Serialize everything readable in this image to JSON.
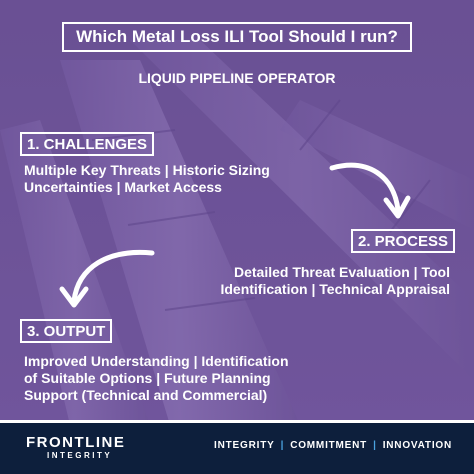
{
  "title": "Which Metal Loss ILI Tool Should I run?",
  "subtitle": "LIQUID PIPELINE OPERATOR",
  "steps": {
    "challenges": {
      "label": "1. CHALLENGES",
      "lines": [
        "Multiple Key Threats | Historic Sizing",
        "Uncertainties | Market Access"
      ]
    },
    "process": {
      "label": "2. PROCESS",
      "lines": [
        "Detailed Threat Evaluation | Tool",
        "Identification | Technical Appraisal"
      ]
    },
    "output": {
      "label": "3. OUTPUT",
      "lines": [
        "Improved Understanding | Identification",
        "of Suitable Options | Future Planning",
        "Support (Technical and Commercial)"
      ]
    }
  },
  "footer": {
    "logo_main": "FRONTLINE",
    "logo_sub": "INTEGRITY",
    "tagline": [
      "INTEGRITY",
      "|",
      "COMMITMENT",
      "|",
      "INNOVATION"
    ]
  },
  "colors": {
    "overlay": "#6b4f99",
    "footer_bg": "#0d1f3c",
    "separator": "#4aa3e0",
    "text": "#ffffff"
  },
  "icons": [
    "curved-arrow-right-down-icon",
    "curved-arrow-left-down-icon"
  ]
}
